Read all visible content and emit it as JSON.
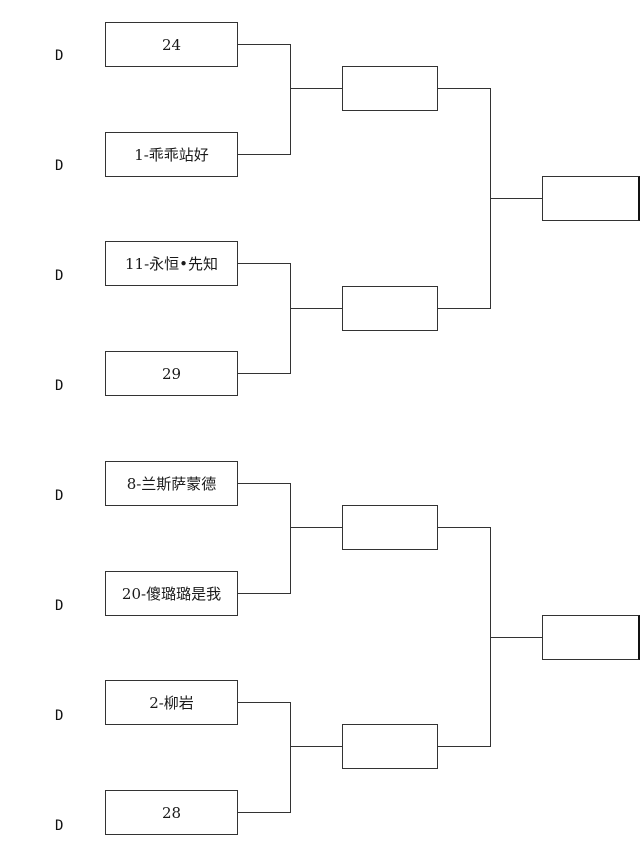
{
  "bracket": {
    "entries": [
      {
        "seed": "D",
        "name": "24"
      },
      {
        "seed": "D",
        "name": "1-乖乖站好"
      },
      {
        "seed": "D",
        "name": "11-永恒•先知"
      },
      {
        "seed": "D",
        "name": "29"
      },
      {
        "seed": "D",
        "name": "8-兰斯萨蒙德"
      },
      {
        "seed": "D",
        "name": "20-傻璐璐是我"
      },
      {
        "seed": "D",
        "name": "2-柳岩"
      },
      {
        "seed": "D",
        "name": "28"
      }
    ],
    "round2": [
      "",
      "",
      "",
      ""
    ],
    "round3": [
      "",
      ""
    ]
  }
}
